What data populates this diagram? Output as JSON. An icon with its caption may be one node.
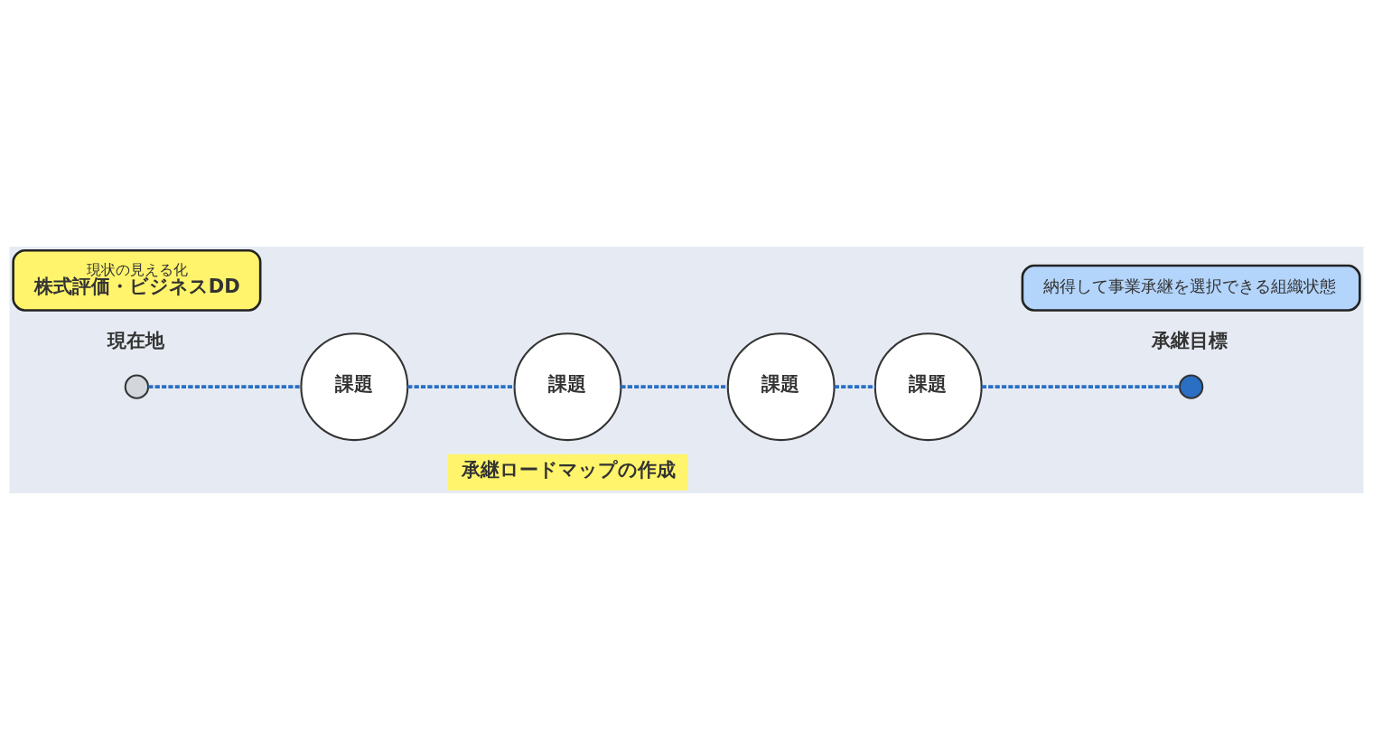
{
  "diagram": {
    "nodes": [
      {
        "text": [
          "現状の見える化",
          "株式評価・ビジネスDD"
        ]
      },
      {
        "text": [],
        "shape": "circle",
        "beside": [
          "現在地"
        ]
      },
      {
        "text": [
          "課題"
        ]
      },
      {
        "text": [
          "課題"
        ]
      },
      {
        "text": [
          "課題"
        ]
      },
      {
        "text": [
          "課題"
        ]
      },
      {
        "text": [
          "納得して事業承継を選択できる組織状態"
        ]
      },
      {
        "text": [],
        "shape": "circle",
        "beside": [
          "承継目標"
        ]
      },
      {
        "text": [
          "承継ロードマップの作成"
        ]
      }
    ],
    "edges": [
      {
        "from": 1,
        "to": 2,
        "arrow": "none",
        "style": "dashed"
      },
      {
        "from": 2,
        "to": 3,
        "arrow": "none",
        "style": "dashed"
      },
      {
        "from": 3,
        "to": 4,
        "arrow": "none",
        "style": "dashed"
      },
      {
        "from": 4,
        "to": 5,
        "arrow": "none",
        "style": "dashed"
      },
      {
        "from": 5,
        "to": 7,
        "arrow": "none",
        "style": "dashed"
      }
    ]
  }
}
